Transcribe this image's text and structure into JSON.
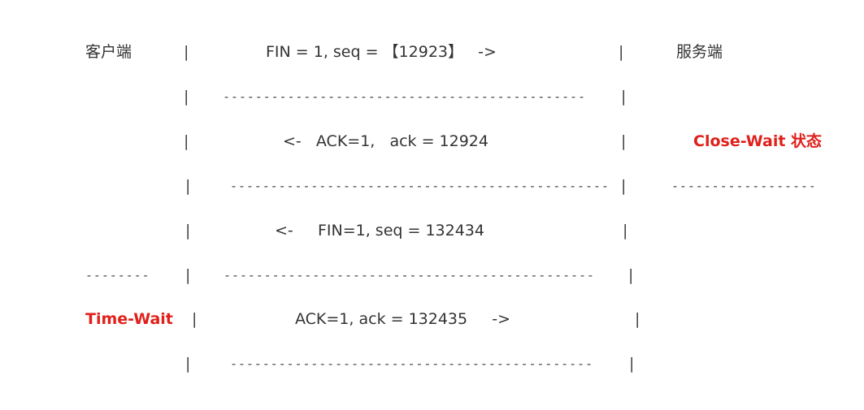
{
  "rows": {
    "r1": {
      "left": "客户端",
      "message": "FIN = 1, seq = 【12923】   ->",
      "right": "服务端"
    },
    "r2": {
      "dashes": "------------------------------------------------------"
    },
    "r3": {
      "message": "<-   ACK=1,   ack = 12924",
      "right": "Close-Wait 状态"
    },
    "r4": {
      "dashes": "--------------------------------------------------------",
      "right_dashes": "--------------------"
    },
    "r5": {
      "message": "<-     FIN=1, seq = 132434"
    },
    "r6": {
      "left_dashes": "---------",
      "dashes": "-------------------------------------------------------"
    },
    "r7": {
      "left": "Time-Wait",
      "message": "ACK=1, ack = 132435     ->"
    },
    "r8": {
      "dashes": "--------------------------------------------------- --"
    }
  },
  "separator": "|",
  "colors": {
    "text": "#333333",
    "highlight": "#e0201b"
  }
}
